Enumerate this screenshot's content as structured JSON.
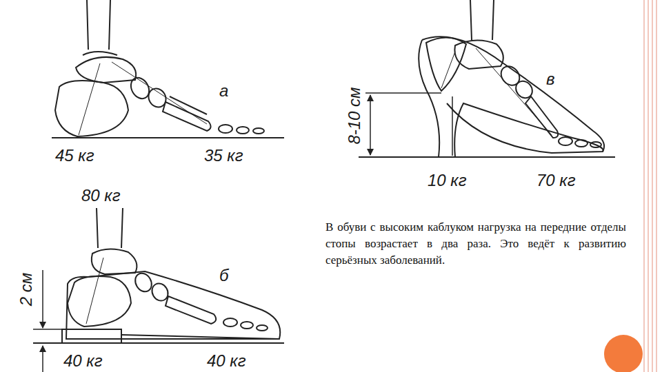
{
  "diagram": {
    "labels": [
      "45 кг",
      "35 кг",
      "а",
      "80 кг",
      "б",
      "2 см",
      "40 кг",
      "40 кг",
      "в",
      "8-10 см",
      "10 кг",
      "70 кг",
      "В обуви с высоким каблуком нагрузка на передние отделы стопы возрастает в два раза. Это ведёт к развитию серьёзных заболеваний."
    ]
  }
}
